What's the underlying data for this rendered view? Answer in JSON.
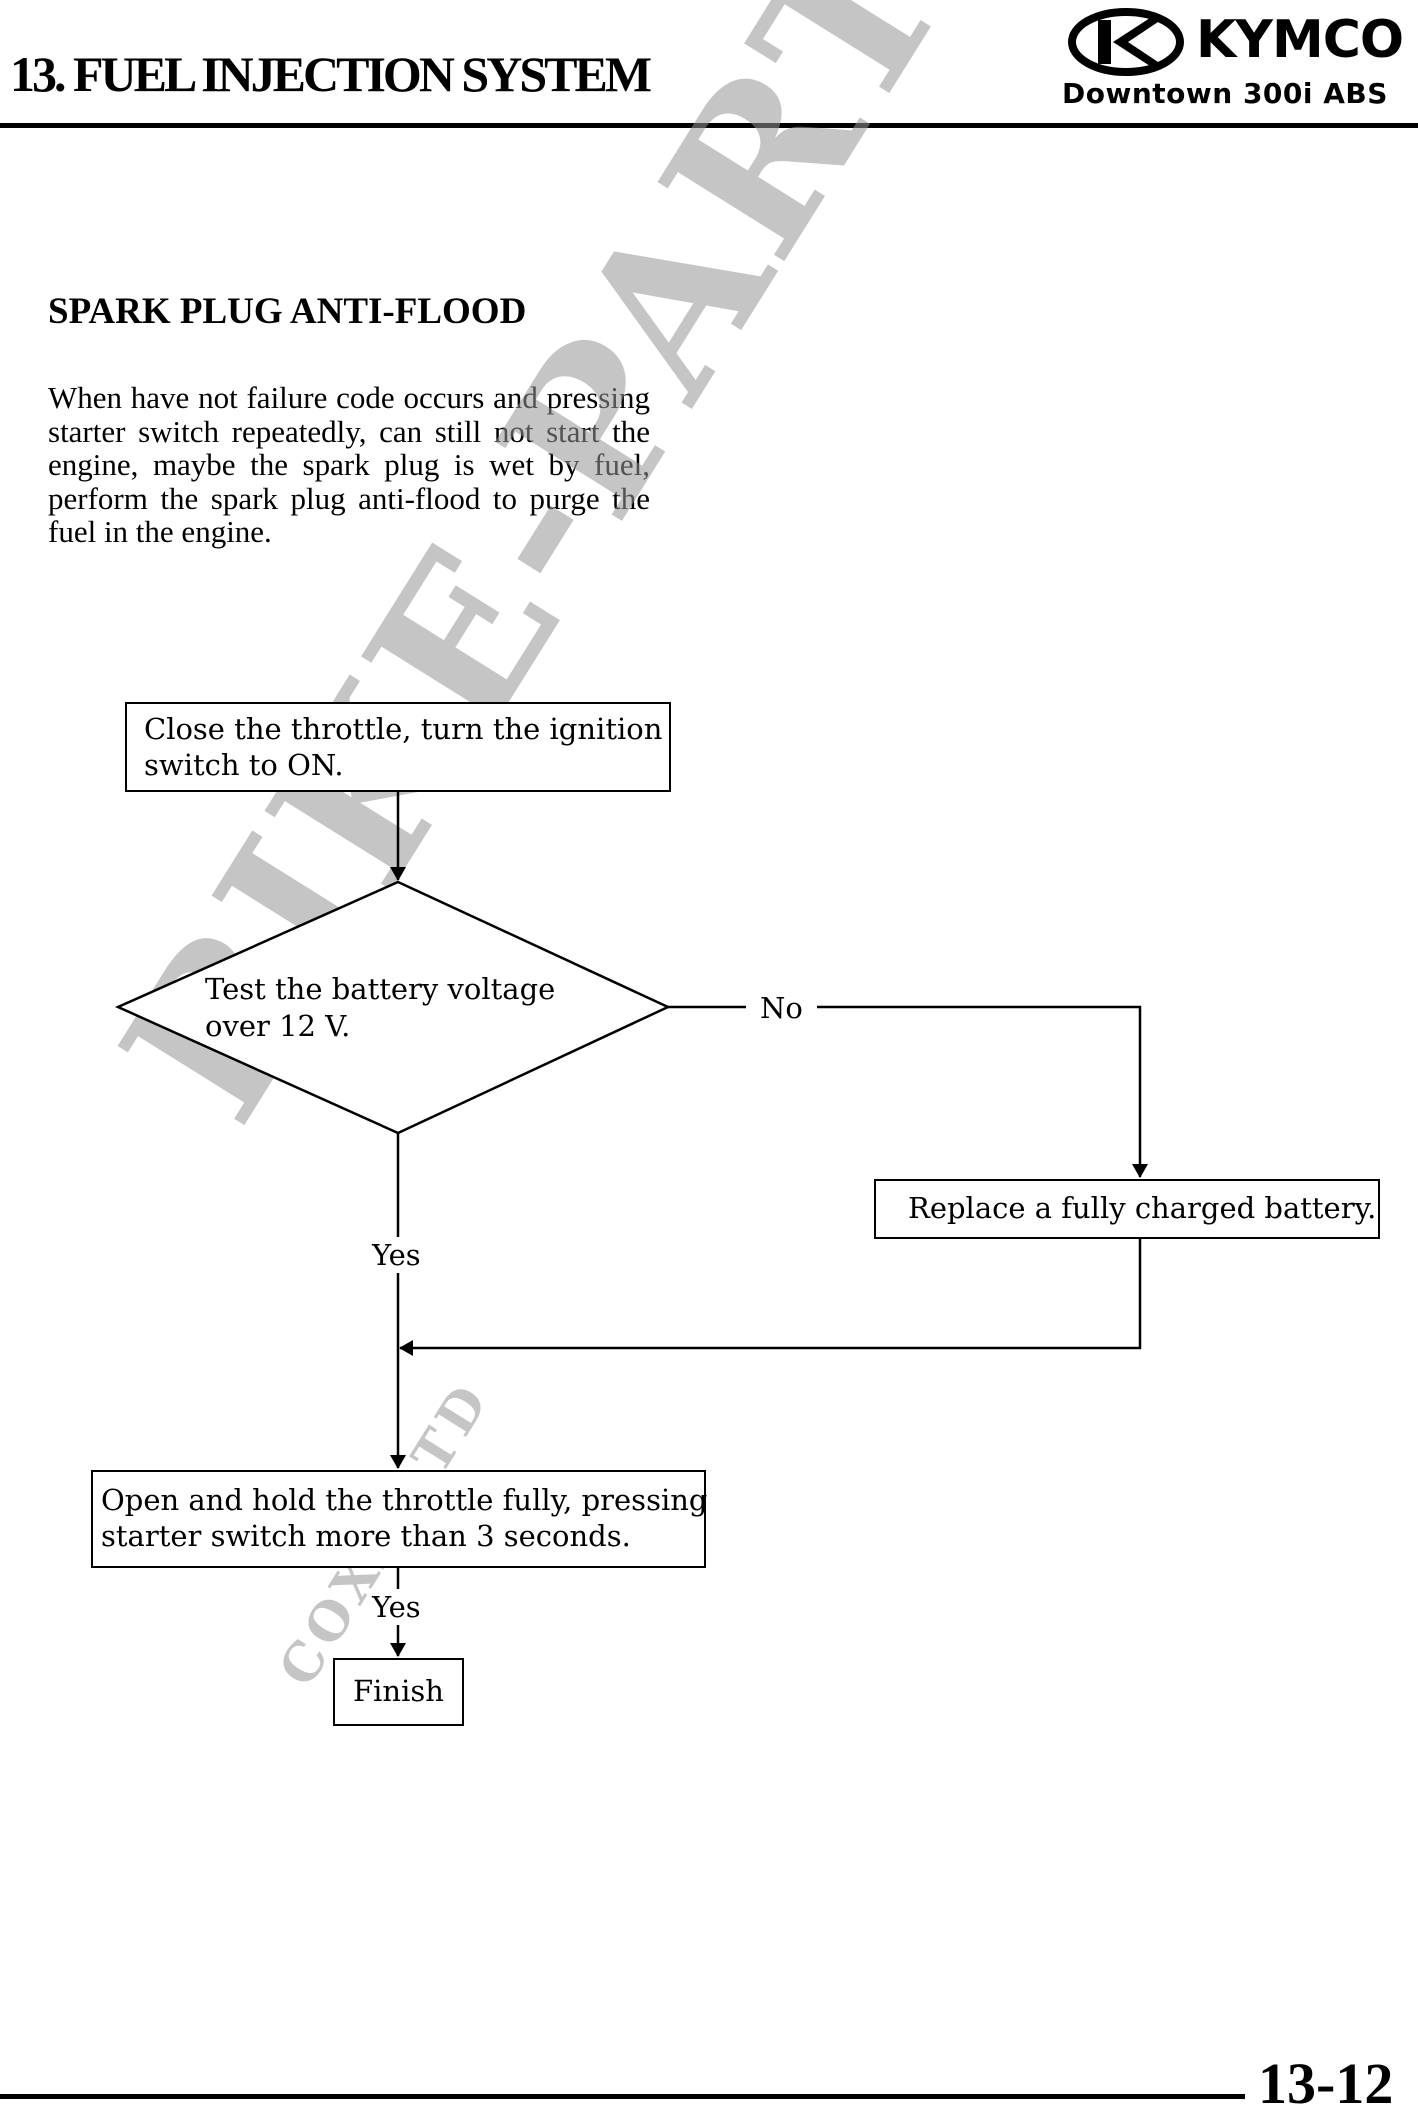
{
  "header": {
    "chapter_title": "13. FUEL INJECTION SYSTEM",
    "brand": "KYMCO",
    "model": "Downtown 300i ABS"
  },
  "section": {
    "title": "SPARK PLUG ANTI-FLOOD",
    "intro": "When have not failure code occurs and pressing starter switch repeatedly, can still not start the engine, maybe the spark plug is wet by fuel, perform the spark plug anti-flood to purge the fuel in the engine."
  },
  "flowchart": {
    "step1": [
      "Close the throttle, turn the ignition",
      "switch to ON."
    ],
    "decision": [
      "Test the battery voltage",
      "over 12 V."
    ],
    "no_label": "No",
    "replace_battery": "Replace a fully charged battery.",
    "yes_label": "Yes",
    "step2": [
      "Open and hold the throttle fully, pressing",
      "starter switch more than 3 seconds."
    ],
    "yes_label_2": "Yes",
    "finish": "Finish"
  },
  "watermark": {
    "text": "BIKE-PARTS",
    "sub": "COXA LTD"
  },
  "footer": {
    "page_number": "13-12"
  }
}
